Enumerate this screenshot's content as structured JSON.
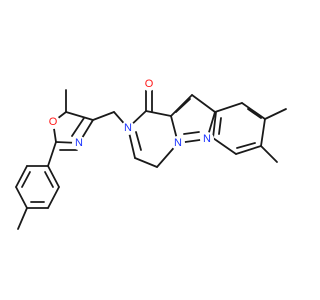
{
  "molecule": {
    "atoms": {
      "o_ring": {
        "label": "O",
        "color": "#ff1a1a"
      },
      "n_ring": {
        "label": "N",
        "color": "#1a33ff"
      },
      "n_amide": {
        "label": "N",
        "color": "#1a33ff"
      },
      "o_carbonyl": {
        "label": "O",
        "color": "#ff1a1a"
      },
      "n_pyrazole_a": {
        "label": "N",
        "color": "#1a33ff"
      },
      "n_pyrazole_b": {
        "label": "N",
        "color": "#1a33ff"
      }
    }
  }
}
